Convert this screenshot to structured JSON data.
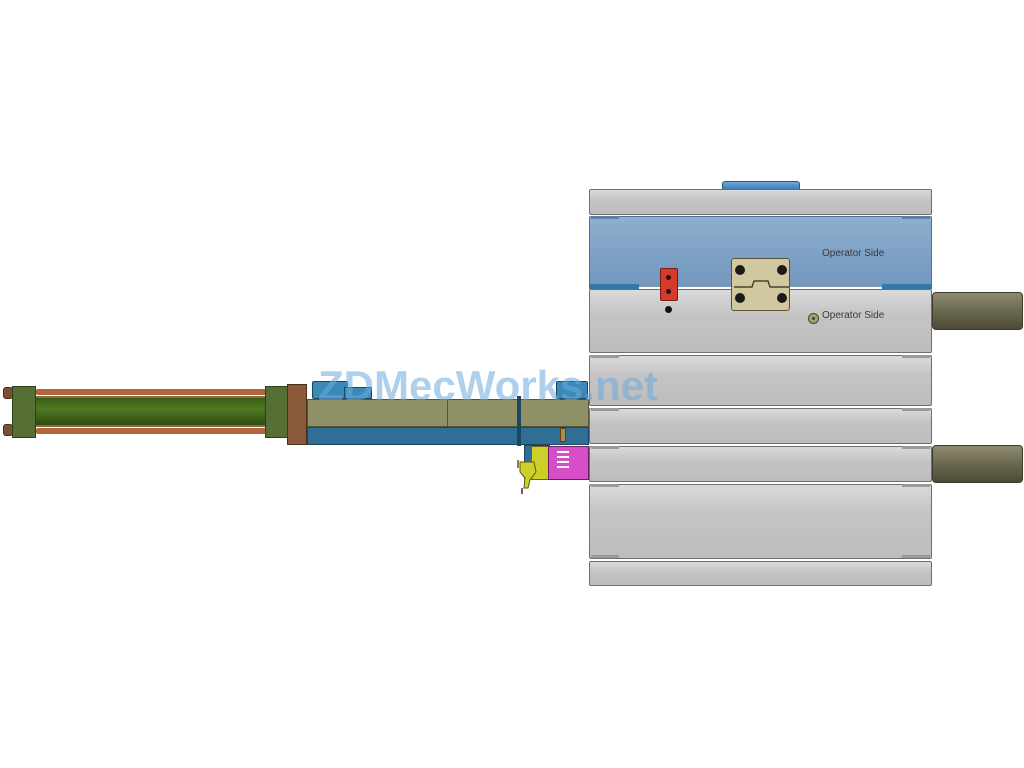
{
  "labels": {
    "operator_side_top": "Operator Side",
    "operator_side_lower": "Operator Side"
  },
  "watermark": "ZDMecWorks.net",
  "colors": {
    "plate": "#c4c4c4",
    "blue_plate": "#7fa2c6",
    "cylinder": "#4f7a20",
    "slide_rail": "#8f9065",
    "slide_base": "#2f6f96",
    "pipes": "#6b6851",
    "connector_red": "#d63a2a",
    "magenta_block": "#d64fc8",
    "yellow_hook": "#cfcf2a",
    "clamp": "#cfc6a0"
  }
}
